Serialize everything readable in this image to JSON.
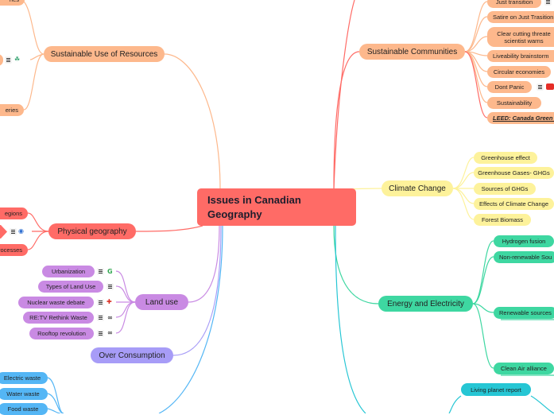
{
  "central": "Issues in Canadian Geography",
  "branches": {
    "sustainable_use": "Sustainable Use of Resources",
    "physical_geography": "Physical geography",
    "land_use": "Land use",
    "over_consumption": "Over Consumption",
    "sustainable_communities": "Sustainable Communities",
    "climate_change": "Climate Change",
    "energy": "Energy and Electricity",
    "living_planet": "Living planet report"
  },
  "sustainable_use_items": [
    "ries",
    "eries"
  ],
  "physical_items": [
    "egions",
    "rocesses"
  ],
  "land_use_items": [
    "Urbanization",
    "Types of Land Use",
    "Nuclear waste debate",
    "RE:TV Rethink Waste",
    "Rooftop revolution"
  ],
  "waste_items": [
    "Electric waste",
    "Water waste",
    "Food waste"
  ],
  "community_items": [
    "Just transition",
    "Satire on Just Trasition",
    "Clear cutting threate scientist warns",
    "Liveability brainstorm",
    "Circular economies",
    "Dont Panic",
    "Sustainability",
    "LEED: Canada Green Bu"
  ],
  "climate_items": [
    "Greenhouse effect",
    "Greenhouse Gases- GHGs",
    "Sources of GHGs",
    "Effects of Climate Change",
    "Forest Biomass"
  ],
  "energy_items": [
    "Hydrogen fusion",
    "Non-renewable Sou",
    "Renewable sources",
    "Clean Air alliance"
  ],
  "icons": {
    "notes": "notes-icon",
    "google": "G",
    "leaf": "leaf-icon",
    "globe": "globe-icon",
    "link": "link-icon",
    "youtube": "youtube-icon",
    "brand": "brand-icon"
  },
  "colors": {
    "central": "#ff6b66",
    "sustainable_use": "#fdb88c",
    "physical": "#ff6b66",
    "land_use": "#c98ae3",
    "over_consumption": "#a79cf7",
    "waste": "#54b6f5",
    "communities": "#fdb88c",
    "climate": "#fdf29b",
    "energy": "#3ed7a1",
    "living_planet": "#26c6d4"
  }
}
